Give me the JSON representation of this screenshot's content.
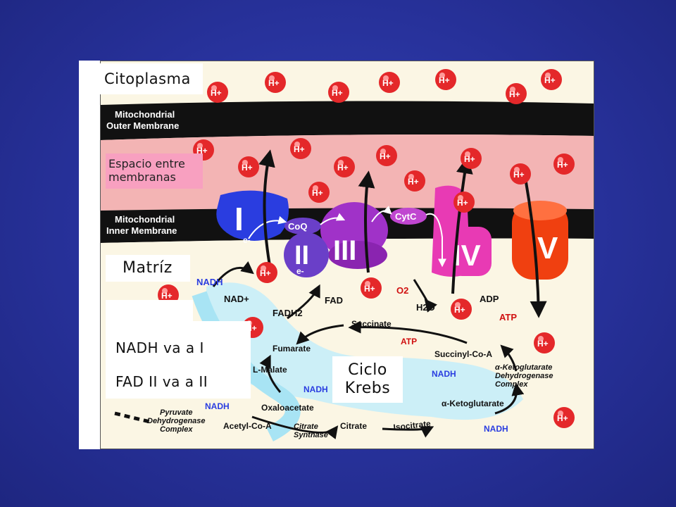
{
  "labels": {
    "cytoplasm": "Citoplasma",
    "intermembrane_space": "Espacio entre membranas",
    "matrix": "Matríz",
    "note_line_1": "NADH va a I",
    "note_line_2": "FAD II va a II",
    "krebs_cycle": "Ciclo Krebs"
  },
  "membranes": {
    "outer": [
      "Mitochondrial",
      "Outer Membrane"
    ],
    "inner": [
      "Mitochondrial",
      "Inner Membrane"
    ]
  },
  "complexes": {
    "I": "I",
    "II": "II",
    "III": "III",
    "IV": "IV",
    "V": "V",
    "coq": "CoQ",
    "cytc": "CytC"
  },
  "proton_label": "H+",
  "electron_label": "e-",
  "metabolites": {
    "nadh_1": "NADH",
    "nad": "NAD+",
    "fad": "FAD",
    "fadh2": "FADH2",
    "o2": "O2",
    "h2o": "H2O",
    "adp": "ADP",
    "atp_1": "ATP",
    "succinate": "Succinate",
    "atp_2": "ATP",
    "fumarate": "Fumarate",
    "succinyl_coa": "Succinyl-Co-A",
    "akg_complex_1": "α-Ketoglutarate",
    "akg_complex_2": "Dehydrogenase",
    "akg_complex_3": "Complex",
    "nadh_2": "NADH",
    "l_malate": "L-Malate",
    "nadh_3": "NADH",
    "akg": "α-Ketoglutarate",
    "oxaloacetate": "Oxaloacetate",
    "nadh_4": "NADH",
    "pdh_1": "Pyruvate",
    "pdh_2": "Dehydrogenase",
    "pdh_3": "Complex",
    "acetyl_coa": "Acetyl-Co-A",
    "cit_synthase_1": "Citrate",
    "cit_synthase_2": "Synthase",
    "citrate": "Citrate",
    "isocitrate": "Isocitrate",
    "nadh_5": "NADH"
  },
  "colors": {
    "background": "#27319a",
    "membrane": "#111111",
    "intermembrane": "#f3b4b4",
    "matrix": "#fbf6e4",
    "complex_I": "#2a3de0",
    "complex_II": "#6a3fc8",
    "complex_III": "#a032c8",
    "complex_IV": "#e83ab4",
    "complex_V": "#f04010",
    "proton": "#e4282a",
    "flow": "#a8e4f4"
  }
}
